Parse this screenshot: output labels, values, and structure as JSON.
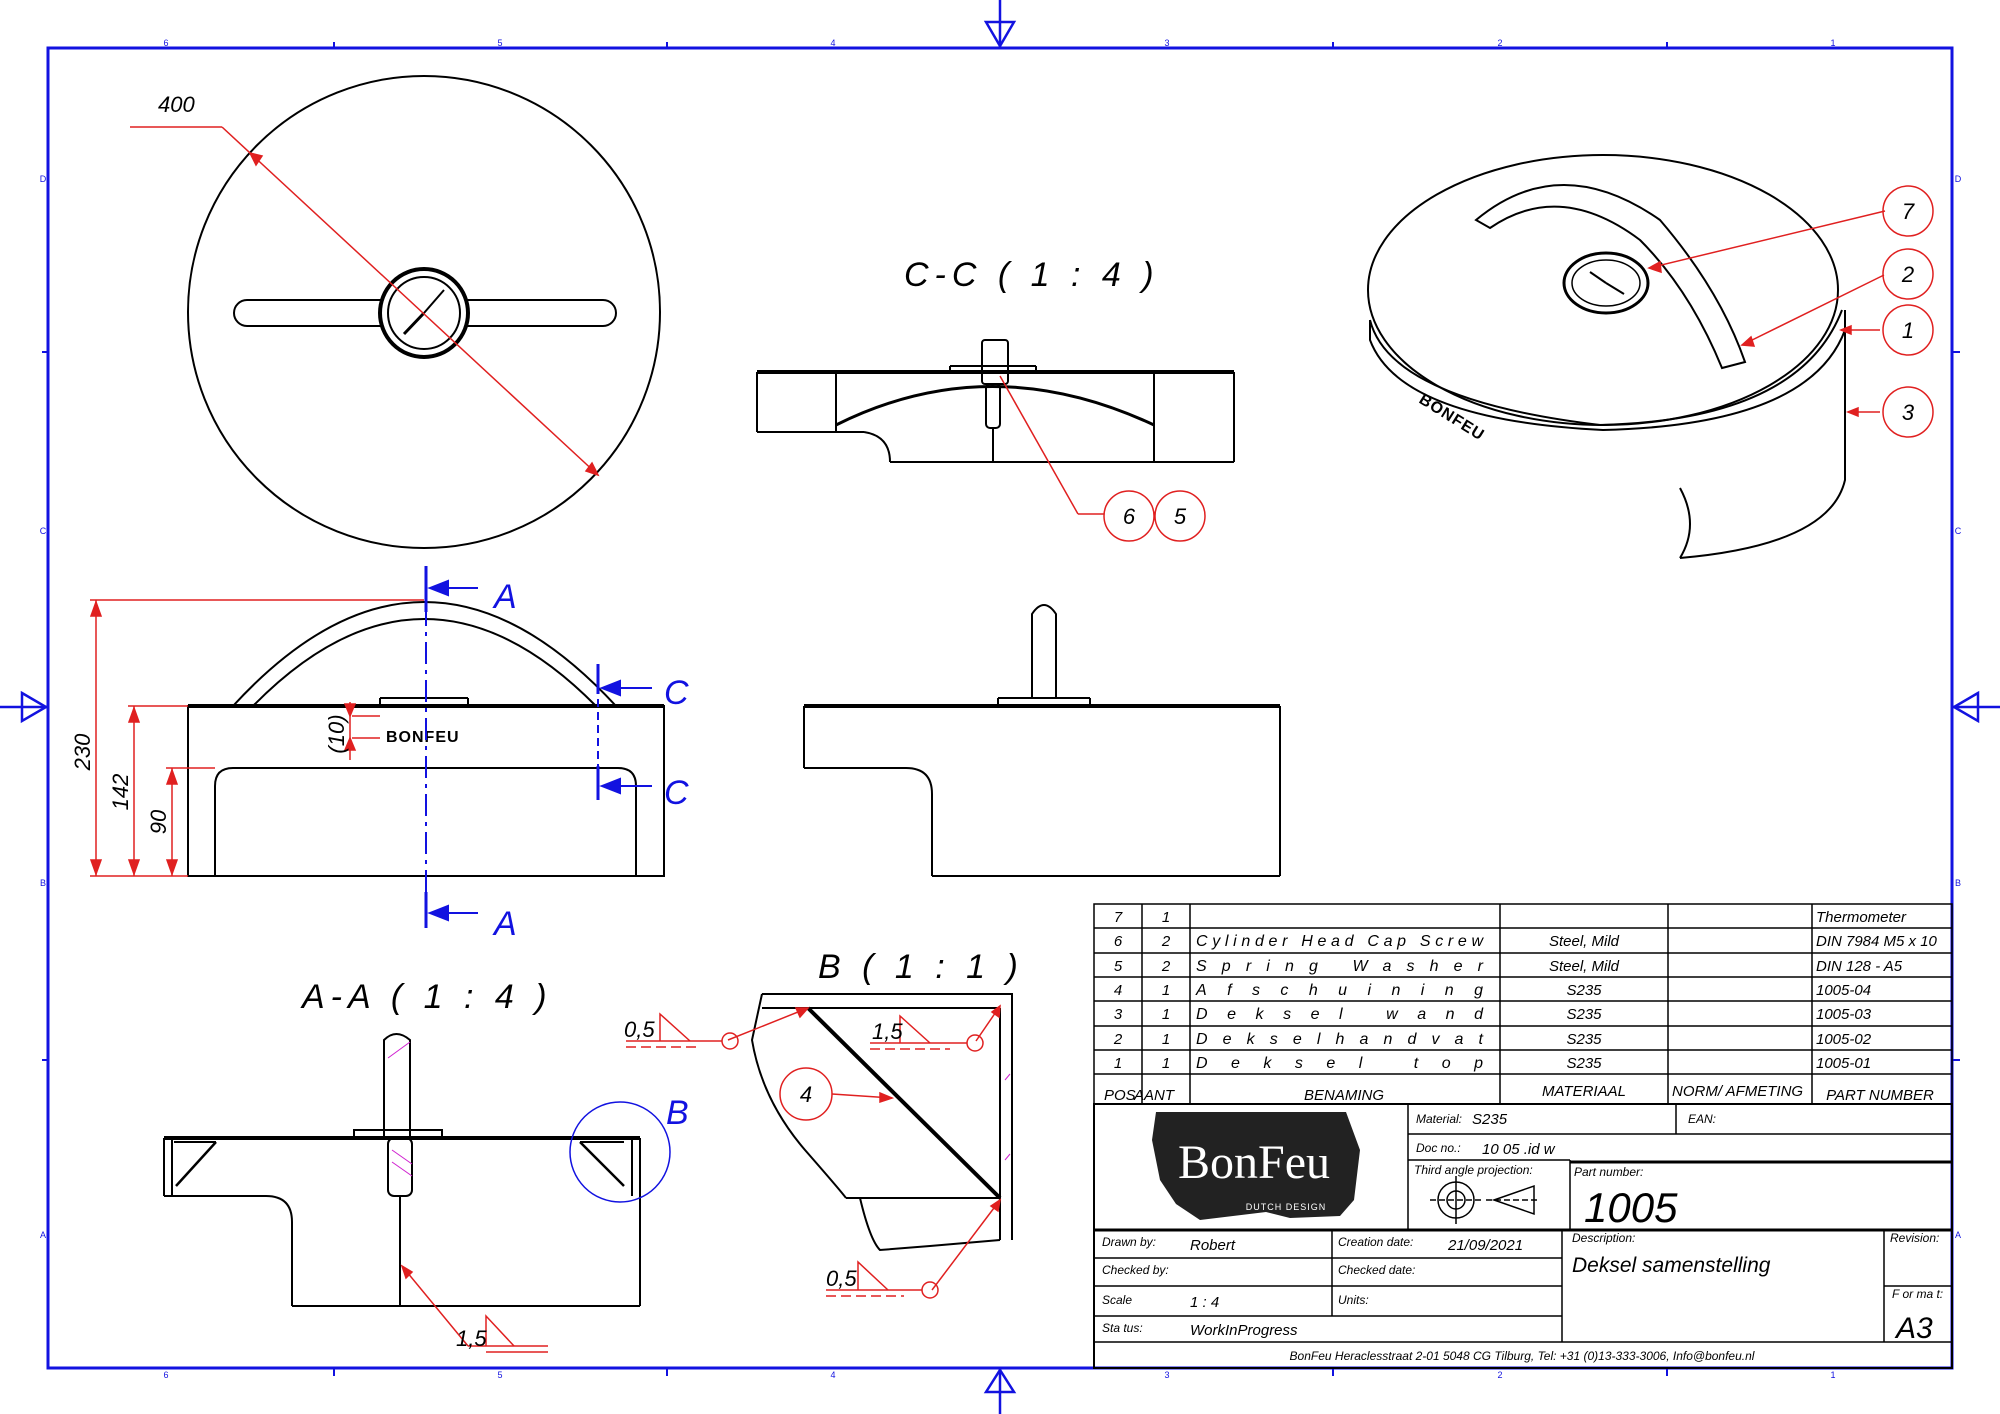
{
  "border": {
    "color": "#1212e0"
  },
  "accent": {
    "red": "#e02020",
    "blue": "#1212e0",
    "magenta": "#d020d0"
  },
  "zones": {
    "columns": [
      "6",
      "5",
      "4",
      "3",
      "2",
      "1"
    ],
    "rows": [
      "D",
      "C",
      "B",
      "A"
    ]
  },
  "views": {
    "top": {
      "dimension": "400"
    },
    "section_cc": {
      "label": "C-C ( 1 : 4 )"
    },
    "front": {
      "dim_230": "230",
      "dim_142": "142",
      "dim_90": "90",
      "dim_10": "(10)",
      "brand": "BONFEU",
      "cut_a": "A",
      "cut_c": "C"
    },
    "section_aa": {
      "label": "A-A ( 1 : 4 )",
      "weld": "1,5",
      "detail_ref": "B"
    },
    "detail_b": {
      "label": "B ( 1 : 1 )",
      "weld_left_top": "0,5",
      "weld_right_top": "1,5",
      "weld_bottom": "0,5",
      "balloon": "4"
    },
    "iso": {
      "balloons": [
        "7",
        "2",
        "1",
        "3"
      ],
      "brand": "BONFEU"
    },
    "balloons_cc": [
      "6",
      "5"
    ]
  },
  "bom": {
    "rows": [
      {
        "pos": "7",
        "qty": "1",
        "name": "",
        "material": "",
        "norm": "",
        "part": "Thermometer"
      },
      {
        "pos": "6",
        "qty": "2",
        "name": "Cylinder Head Cap Screw",
        "material": "Steel, Mild",
        "norm": "",
        "part": "DIN 7984 M5 x 10"
      },
      {
        "pos": "5",
        "qty": "2",
        "name": "Spring Washer",
        "material": "Steel, Mild",
        "norm": "",
        "part": "DIN 128 - A5"
      },
      {
        "pos": "4",
        "qty": "1",
        "name": "Afschuining",
        "material": "S235",
        "norm": "",
        "part": "1005-04"
      },
      {
        "pos": "3",
        "qty": "1",
        "name": "Deksel wand",
        "material": "S235",
        "norm": "",
        "part": "1005-03"
      },
      {
        "pos": "2",
        "qty": "1",
        "name": "Dekselhandvat",
        "material": "S235",
        "norm": "",
        "part": "1005-02"
      },
      {
        "pos": "1",
        "qty": "1",
        "name": "Deksel top",
        "material": "S235",
        "norm": "",
        "part": "1005-01"
      }
    ],
    "headers": {
      "pos": "POS",
      "qty": "AANT",
      "name": "BENAMING",
      "material": "MATERIAAL",
      "norm": "NORM/ AFMETING",
      "part": "PART NUMBER"
    }
  },
  "title_block": {
    "logo": {
      "name": "BonFeu",
      "tagline": "DUTCH DESIGN"
    },
    "material_label": "Material:",
    "material_value": "S235",
    "ean_label": "EAN:",
    "doc_label": "Doc no.:",
    "doc_value": "10 05 .id w",
    "projection_label": "Third angle projection:",
    "part_label": "Part number:",
    "part_value": "1005",
    "drawn_label": "Drawn by:",
    "drawn_value": "Robert",
    "creation_label": "Creation date:",
    "creation_value": "21/09/2021",
    "description_label": "Description:",
    "description_value": "Deksel samenstelling",
    "revision_label": "Revision:",
    "checked_label": "Checked by:",
    "checked_date_label": "Checked date:",
    "scale_label": "Scale",
    "scale_value": "1 : 4",
    "units_label": "Units:",
    "format_label": "F or ma t:",
    "format_value": "A3",
    "status_label": "Sta tus:",
    "status_value": "WorkInProgress",
    "address": "BonFeu Heraclesstraat 2-01 5048 CG Tilburg, Tel: +31 (0)13-333-3006, Info@bonfeu.nl"
  }
}
